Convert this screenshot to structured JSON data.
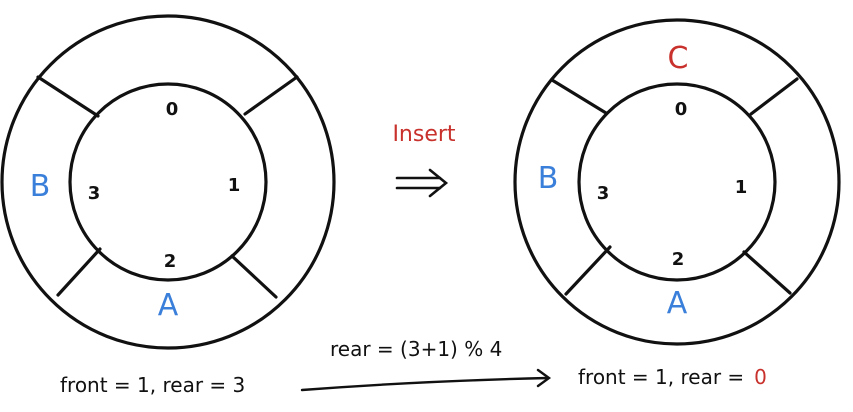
{
  "colors": {
    "ink": "#111111",
    "element_blue": "#3a7fd9",
    "highlight_red": "#c8312c"
  },
  "before_queue": {
    "indices": {
      "top": "0",
      "right": "1",
      "bottom": "2",
      "left": "3"
    },
    "slots": {
      "top": "",
      "right": "",
      "bottom": "A",
      "left": "B"
    },
    "state": "front = 1,   rear = 3"
  },
  "operation": {
    "label": "Insert",
    "arrow": "⟹"
  },
  "after_queue": {
    "indices": {
      "top": "0",
      "right": "1",
      "bottom": "2",
      "left": "3"
    },
    "slots": {
      "top": "C",
      "right": "",
      "bottom": "A",
      "left": "B"
    },
    "state_prefix": "front = 1,  rear =",
    "state_value": "0"
  },
  "formula": "rear = (3+1) % 4"
}
